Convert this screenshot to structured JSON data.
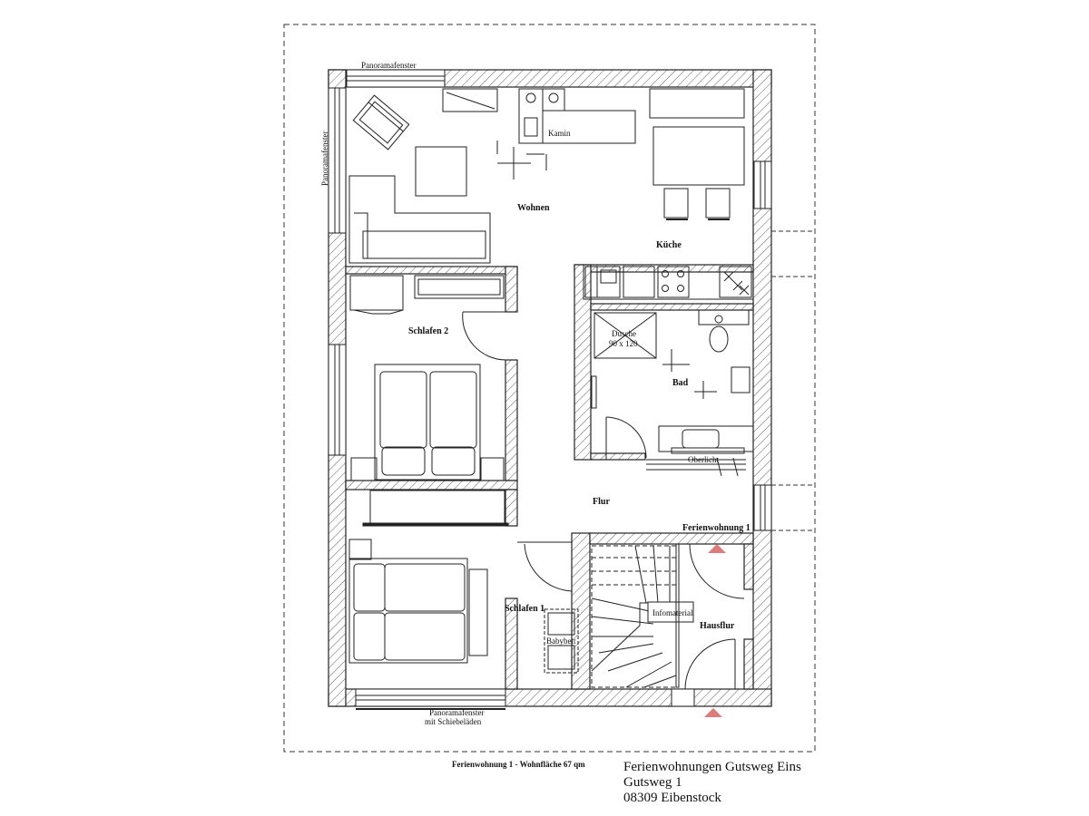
{
  "labels": {
    "panorama_top": "Panoramafenster",
    "panorama_left": "Panoramafenster",
    "kamin": "Kamin",
    "wohnen": "Wohnen",
    "kueche": "Küche",
    "schlafen2": "Schlafen 2",
    "dusche": "Dusche",
    "dusche_size": "90 x 120",
    "bad": "Bad",
    "oberlicht": "Oberlicht",
    "flur": "Flur",
    "ferienwohnung1": "Ferienwohnung 1",
    "schlafen1": "Schlafen 1",
    "infomaterial": "Infomaterial",
    "hausflur": "Hausflur",
    "babybett": "Babybett",
    "panorama_bottom_1": "Panoramafenster",
    "panorama_bottom_2": "mit Schiebeläden"
  },
  "caption": "Ferienwohnung 1 - Wohnfläche 67 qm",
  "address": {
    "line1": "Ferienwohnungen Gutsweg Eins",
    "line2": "Gutsweg 1",
    "line3": "08309 Eibenstock"
  },
  "colors": {
    "line": "#222222",
    "entrance_marker": "#e07a7a"
  }
}
